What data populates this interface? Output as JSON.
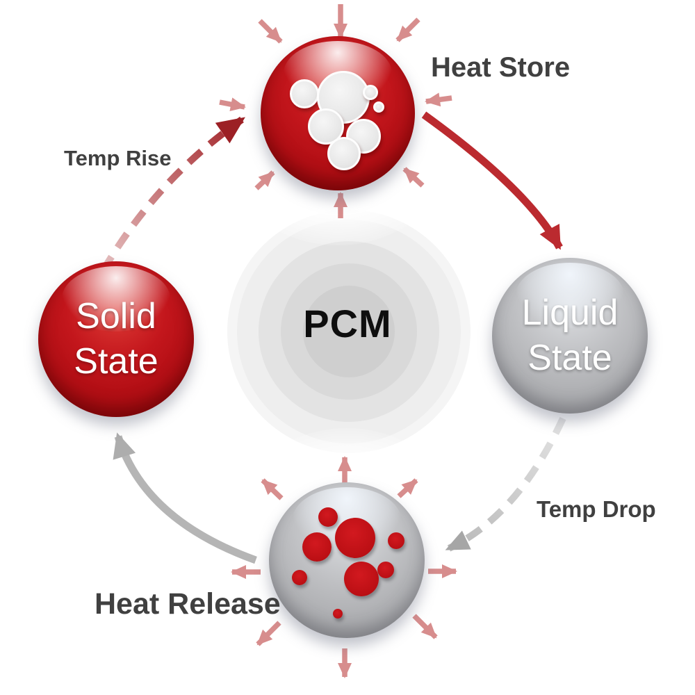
{
  "labels": {
    "center": "PCM",
    "heat_store": "Heat Store",
    "heat_release": "Heat Release",
    "temp_rise": "Temp Rise",
    "temp_drop": "Temp Drop",
    "solid_line1": "Solid",
    "solid_line2": "State",
    "liquid_line1": "Liquid",
    "liquid_line2": "State"
  },
  "colors": {
    "red_sphere": "#c3161c",
    "red_sphere_dark": "#8a090e",
    "gray_sphere": "#bebfc2",
    "gray_sphere_dark": "#97989b",
    "sphere_text": "#ffffff",
    "pcm_text": "#0e0e0e",
    "label_text": "#404040",
    "arrow_red": "#bb2a2f",
    "arrow_gray": "#b5b5b5",
    "dash_red_light": "#e7c3c3",
    "dash_red_dark": "#a12126",
    "dash_gray_light": "#e2e2e2",
    "dash_gray_dark": "#b9b9b9",
    "arrow_pink": "#d78d8d",
    "dot_red": "#bb0f14",
    "bubble_fill": "#e8e8e8",
    "ring1": "#f5f5f5",
    "ring2": "#eeeeee",
    "ring3": "#e3e3e3",
    "ring4": "#d9d9d9",
    "ring5": "#cfcfcf"
  }
}
